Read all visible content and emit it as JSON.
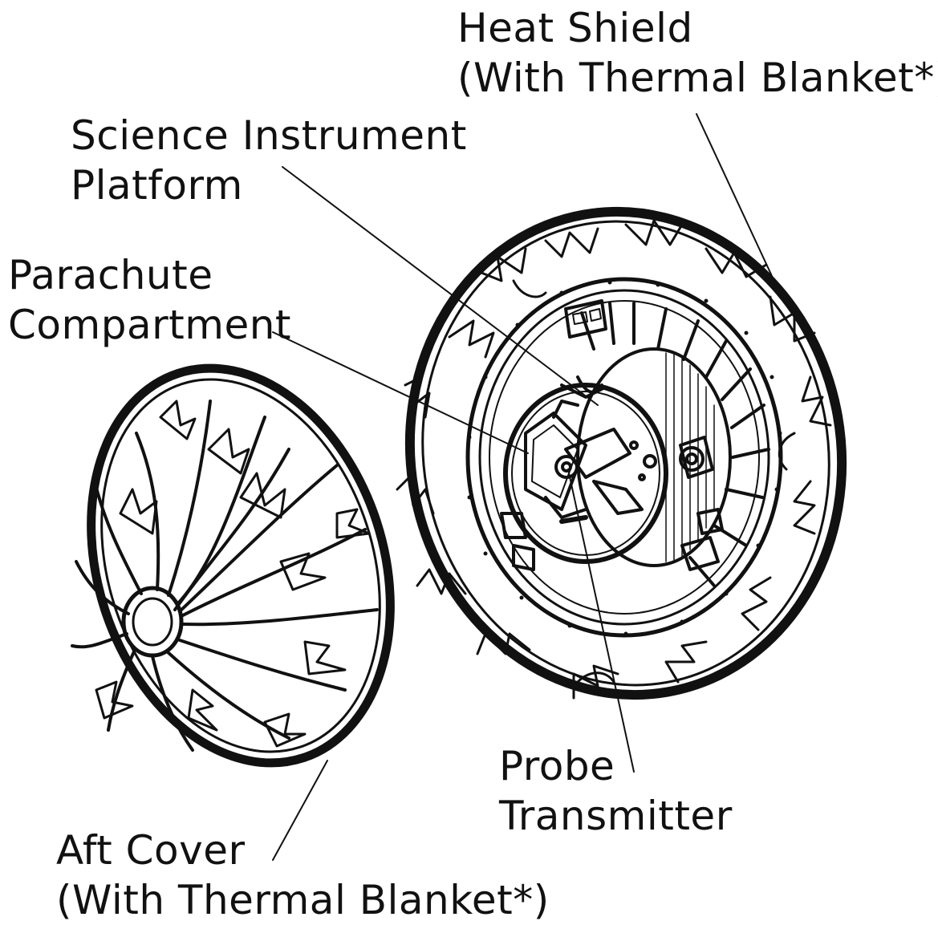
{
  "labels": {
    "heat_shield": {
      "line1": "Heat Shield",
      "line2": "(With Thermal Blanket*)"
    },
    "science_platform": {
      "line1": "Science Instrument",
      "line2": "Platform"
    },
    "parachute": {
      "line1": "Parachute",
      "line2": "Compartment"
    },
    "probe_transmitter": {
      "line1": "Probe",
      "line2": "Transmitter"
    },
    "aft_cover": {
      "line1": "Aft Cover",
      "line2": "(With Thermal Blanket*)"
    }
  },
  "colors": {
    "ink": "#111111",
    "background": "#ffffff"
  }
}
